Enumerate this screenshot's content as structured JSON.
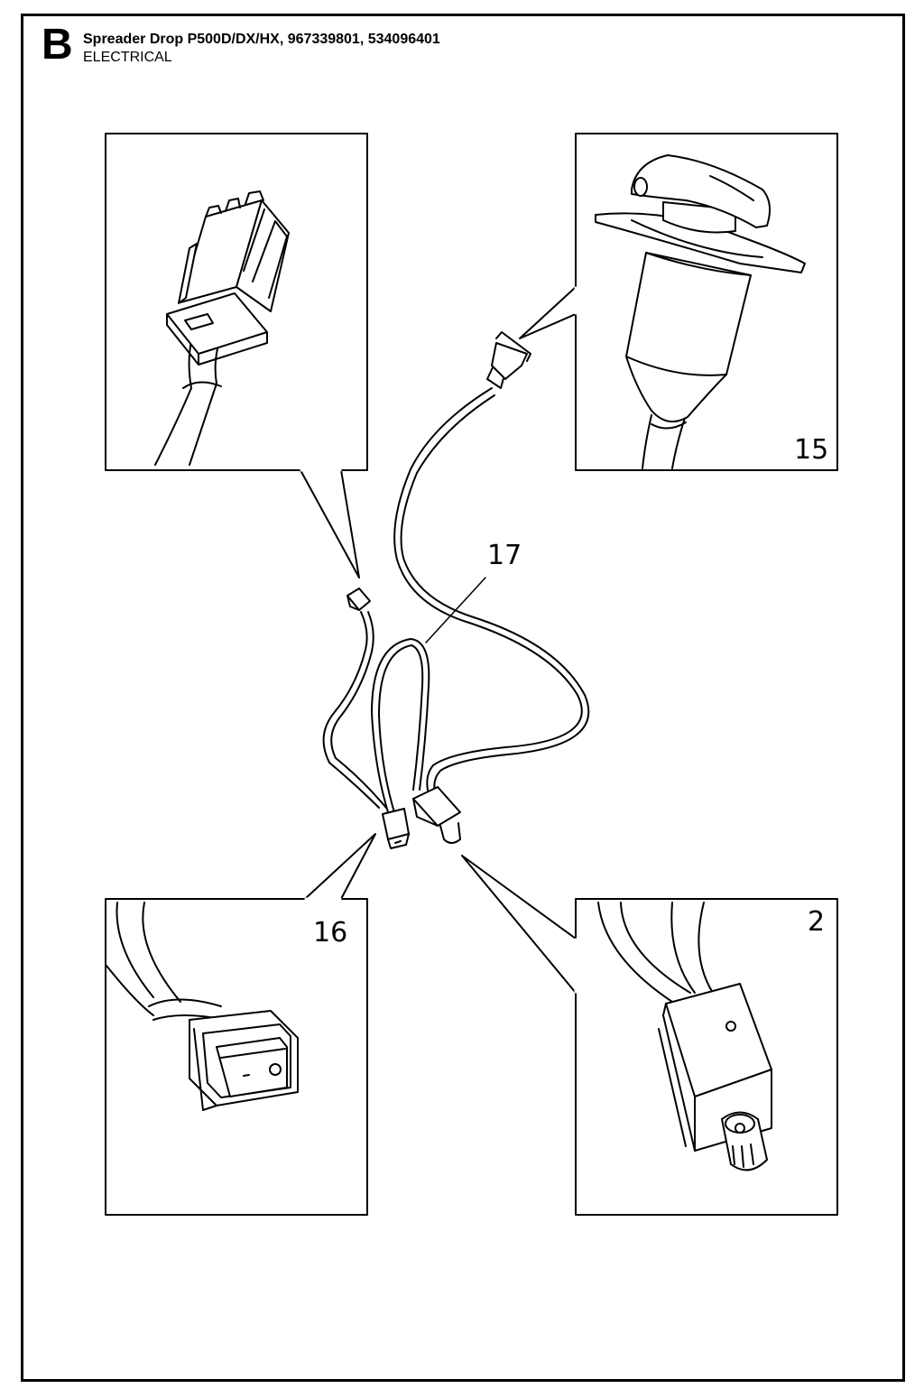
{
  "header": {
    "section_letter": "B",
    "title": "Spreader Drop P500D/DX/HX, 967339801, 534096401",
    "subtitle": "ELECTRICAL"
  },
  "callouts": {
    "switch_knob": "15",
    "harness": "17",
    "rocker_switch": "16",
    "potentiometer": "2"
  }
}
